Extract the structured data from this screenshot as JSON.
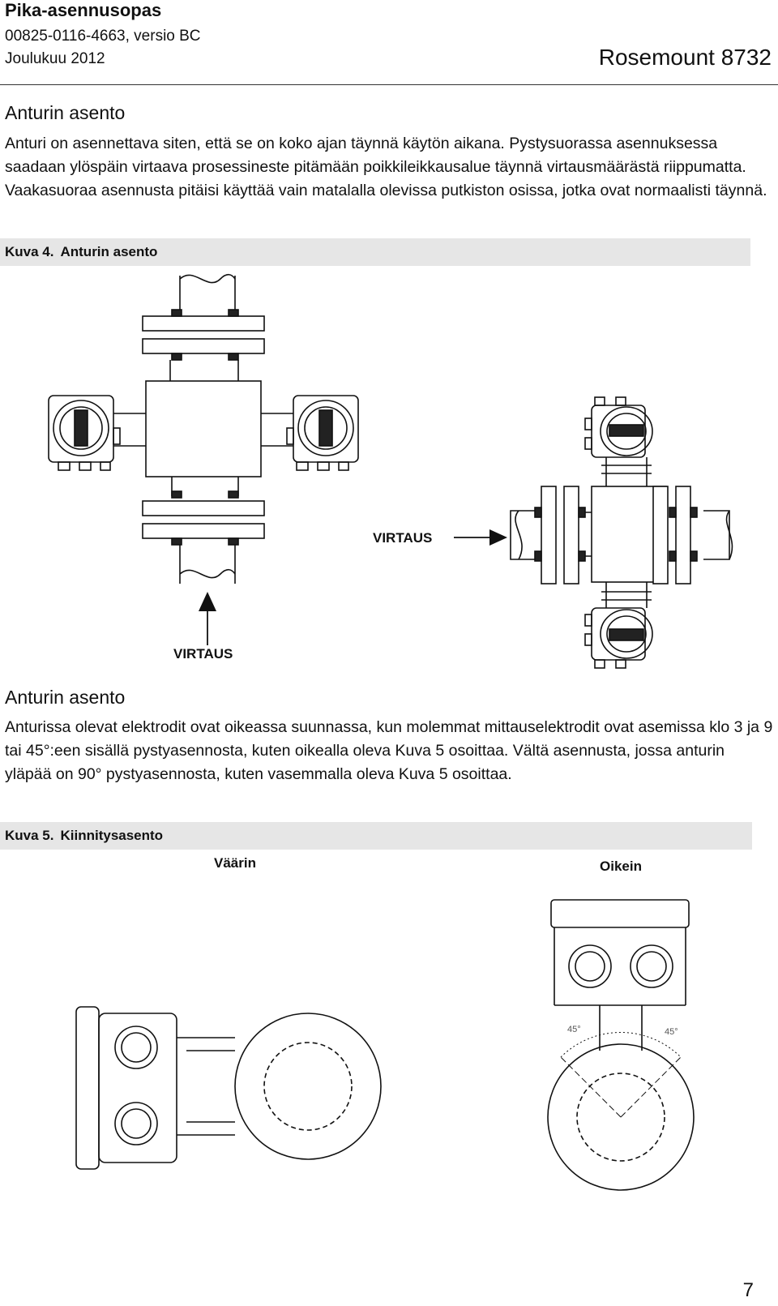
{
  "header": {
    "guide_title": "Pika-asennusopas",
    "doc_number": "00825-0116-4663, versio BC",
    "date": "Joulukuu 2012",
    "product": "Rosemount 8732"
  },
  "section1": {
    "heading": "Anturin asento",
    "body": "Anturi on asennettava siten, että se on koko ajan täynnä käytön aikana. Pystysuorassa asennuksessa saadaan ylöspäin virtaava prosessineste pitämään poikkileikkausalue täynnä virtausmäärästä riippumatta. Vaakasuoraa asennusta pitäisi käyttää vain matalalla olevissa putkiston osissa, jotka ovat normaalisti täynnä."
  },
  "figure4": {
    "number": "Kuva 4.",
    "title": "Anturin asento",
    "flow_label_horizontal": "VIRTAUS",
    "flow_label_vertical": "VIRTAUS"
  },
  "section2": {
    "heading": "Anturin asento",
    "body": "Anturissa olevat elektrodit ovat oikeassa suunnassa, kun molemmat mittauselektrodit ovat asemissa klo 3 ja 9 tai 45°:een sisällä pystyasennosta, kuten oikealla oleva Kuva 5 osoittaa. Vältä asennusta, jossa anturin yläpää on 90° pystyasennosta, kuten vasemmalla oleva Kuva 5 osoittaa."
  },
  "figure5": {
    "number": "Kuva 5.",
    "title": "Kiinnitysasento",
    "wrong_label": "Väärin",
    "right_label": "Oikein",
    "angle_left": "45°",
    "angle_right": "45°"
  },
  "page_number": "7"
}
